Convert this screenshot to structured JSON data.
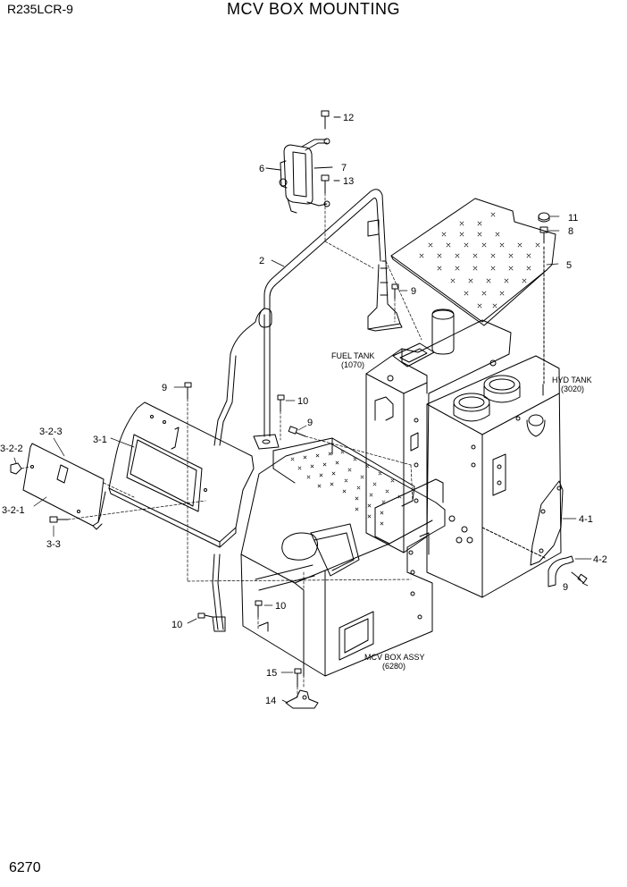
{
  "header": {
    "model": "R235LCR-9",
    "title": "MCV BOX MOUNTING"
  },
  "footer": {
    "page_number": "6270"
  },
  "callouts": {
    "c12": "12",
    "c6": "6",
    "c7": "7",
    "c13": "13",
    "c11": "11",
    "c8": "8",
    "c5": "5",
    "c2": "2",
    "c9a": "9",
    "c9b": "9",
    "c10a": "10",
    "c9c": "9",
    "c3_2_3": "3-2-3",
    "c3_1": "3-1",
    "c3_2_2": "3-2-2",
    "c3_2_1": "3-2-1",
    "c3_3": "3-3",
    "c10b": "10",
    "c10c": "10",
    "c4_1": "4-1",
    "c4_2": "4-2",
    "c9d": "9",
    "c15": "15",
    "c14": "14"
  },
  "references": {
    "fuel_tank_name": "FUEL TANK",
    "fuel_tank_code": "(1070)",
    "hyd_tank_name": "HYD TANK",
    "hyd_tank_code": "(3020)",
    "mcv_box_name": "MCV BOX ASSY",
    "mcv_box_code": "(6280)"
  }
}
